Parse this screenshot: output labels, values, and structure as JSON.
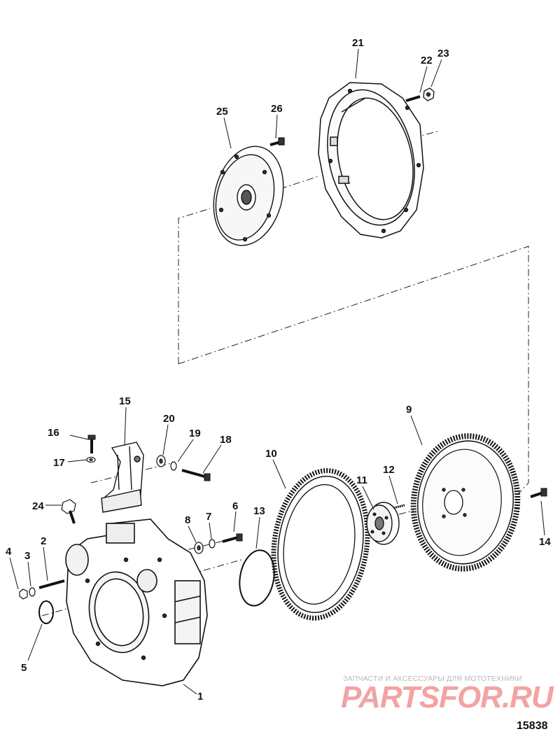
{
  "callouts": {
    "c1": "1",
    "c2": "2",
    "c3": "3",
    "c4": "4",
    "c5": "5",
    "c6": "6",
    "c7": "7",
    "c8": "8",
    "c9": "9",
    "c10": "10",
    "c11": "11",
    "c12": "12",
    "c13": "13",
    "c14": "14",
    "c15": "15",
    "c16": "16",
    "c17": "17",
    "c18": "18",
    "c19": "19",
    "c20": "20",
    "c21": "21",
    "c22": "22",
    "c23": "23",
    "c24": "24",
    "c25": "25",
    "c26": "26"
  },
  "watermark": {
    "caption": "ЗАПЧАСТИ И АКСЕССУАРЫ ДЛЯ МОТОТЕХНИКИ",
    "logo": "PARTSFOR.RU",
    "colors": {
      "caption": "#b9b9b9",
      "logo": "#f2a3a3"
    }
  },
  "drawing_number": "15838"
}
